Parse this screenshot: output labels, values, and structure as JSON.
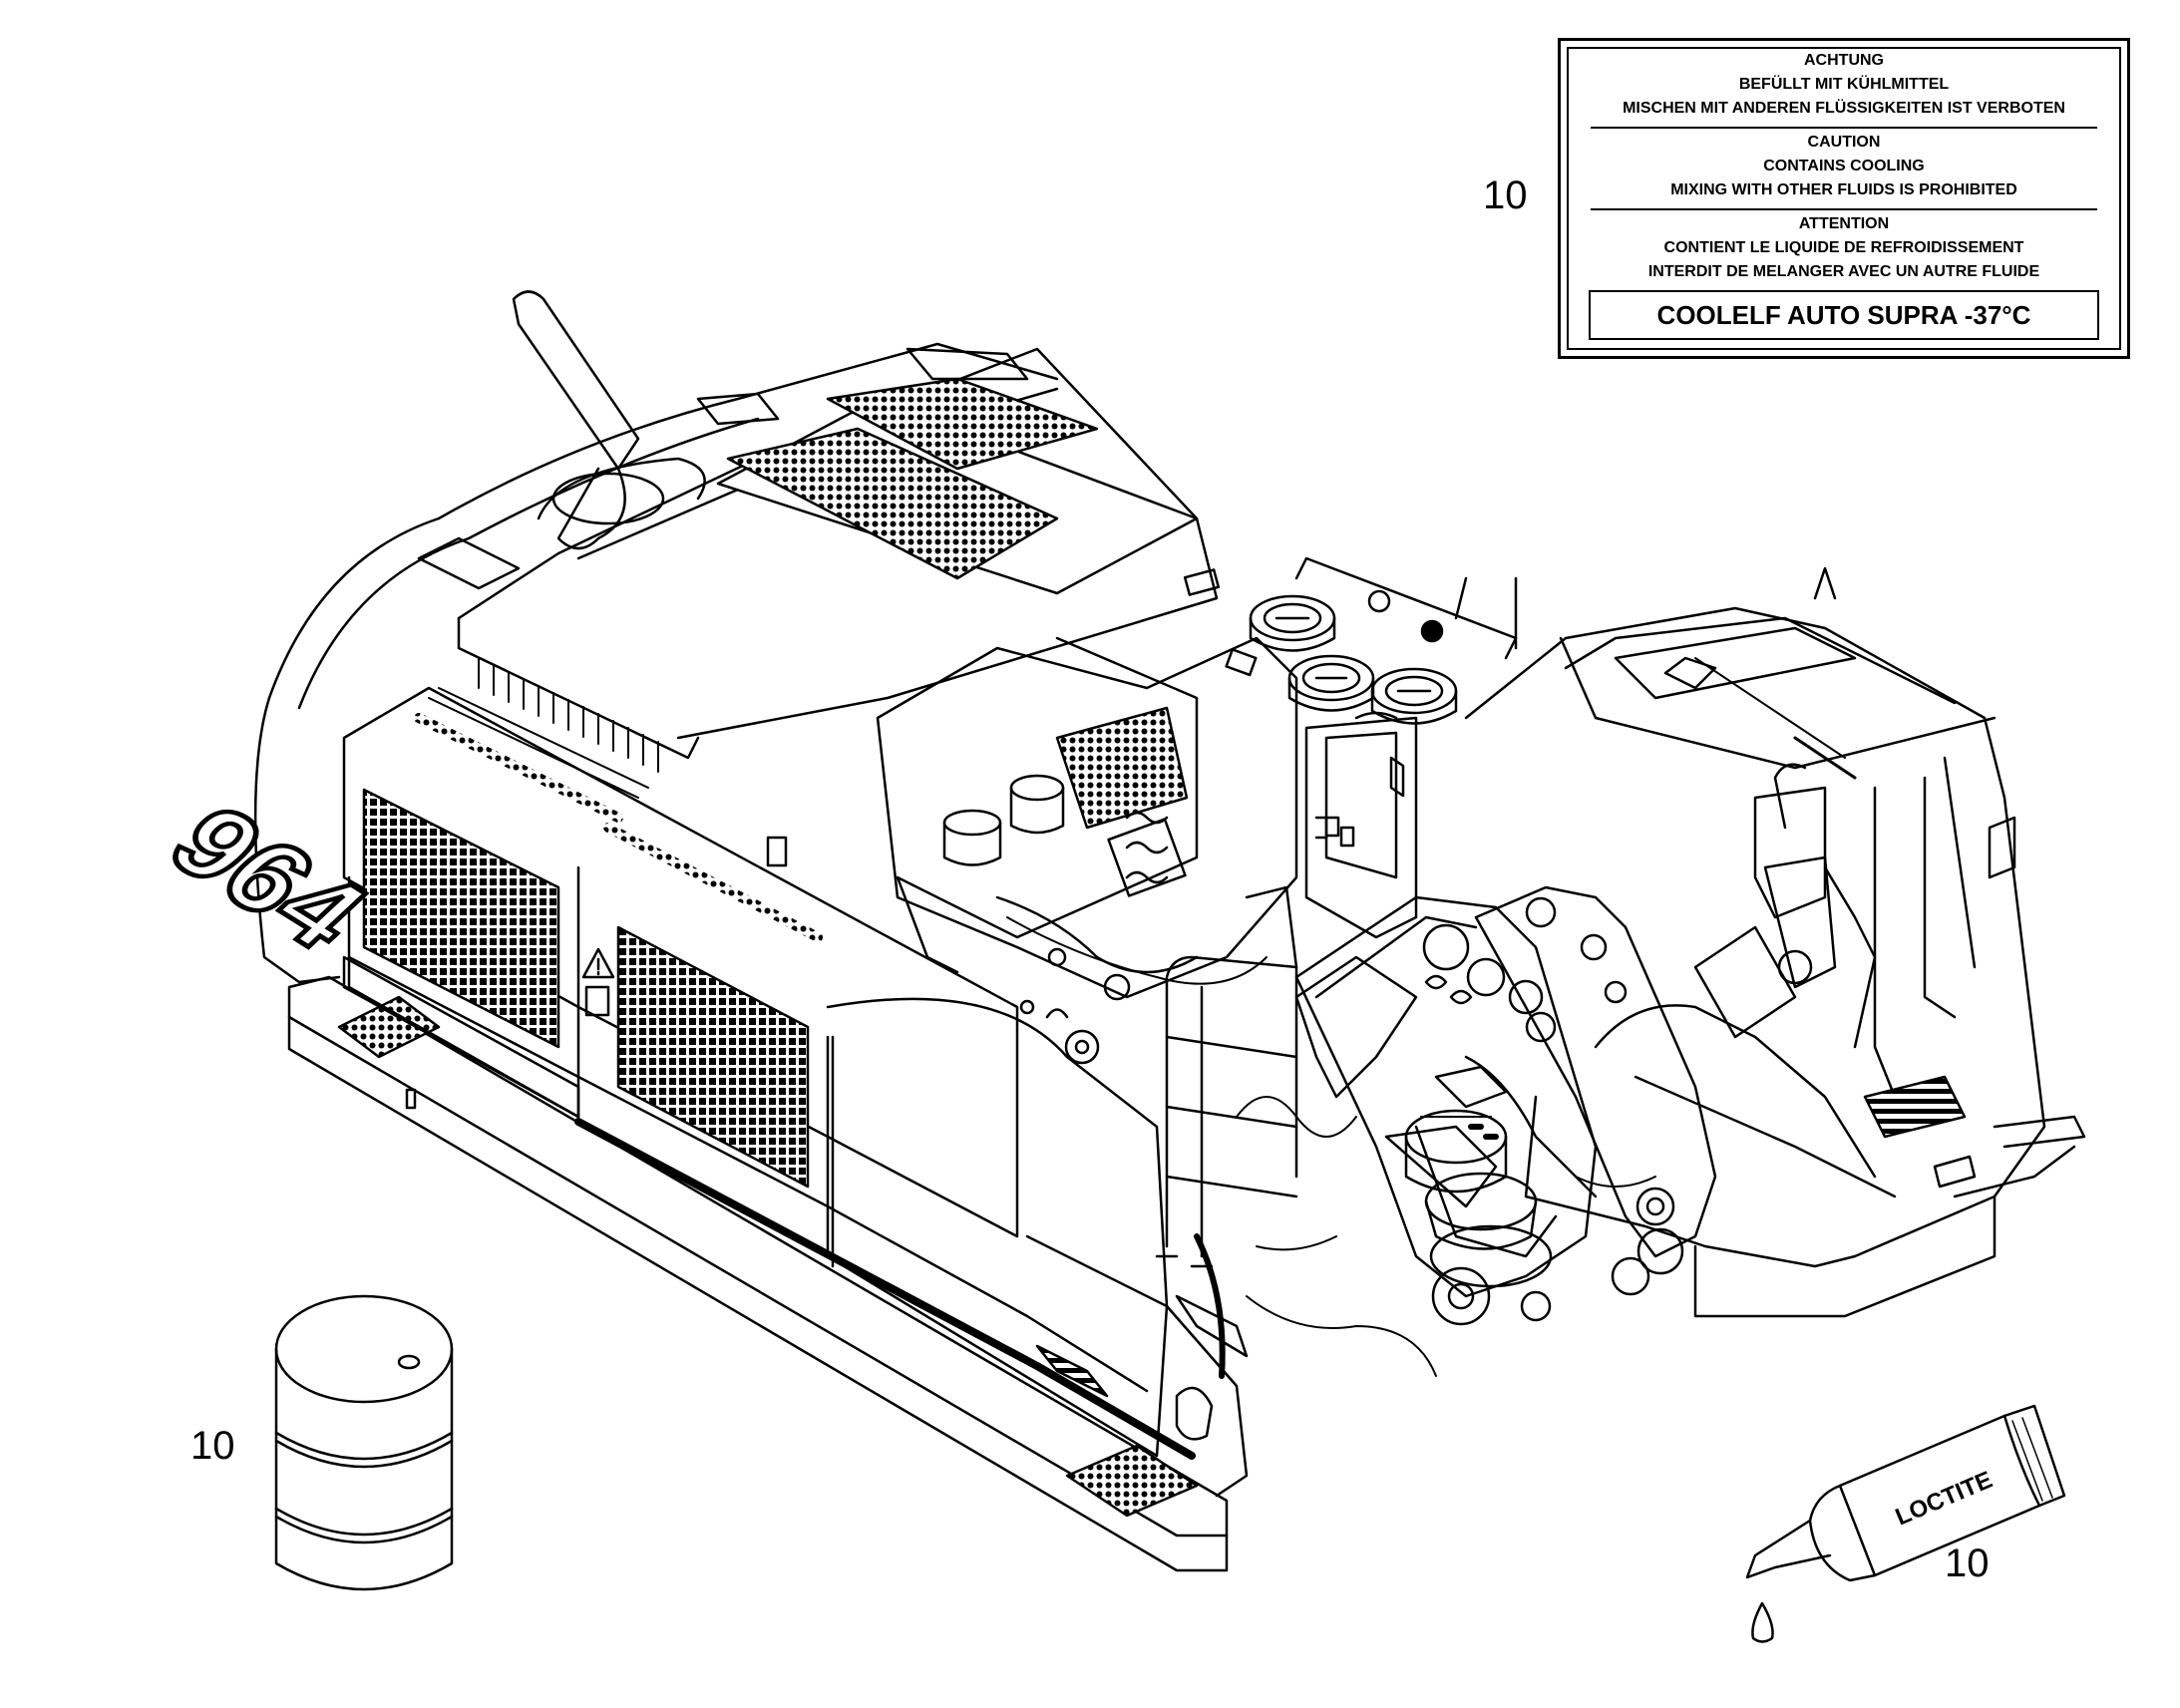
{
  "callouts": {
    "label_ref": "10",
    "drum_ref": "10",
    "tube_ref": "10"
  },
  "label": {
    "de": {
      "title": "ACHTUNG",
      "line1": "BEFÜLLT MIT KÜHLMITTEL",
      "line2": "MISCHEN MIT ANDEREN FLÜSSIGKEITEN IST VERBOTEN"
    },
    "en": {
      "title": "CAUTION",
      "line1": "CONTAINS COOLING",
      "line2": "MIXING WITH OTHER FLUIDS IS PROHIBITED"
    },
    "fr": {
      "title": "ATTENTION",
      "line1": "CONTIENT LE LIQUIDE DE REFROIDISSEMENT",
      "line2": "INTERDIT DE MELANGER AVEC UN AUTRE FLUIDE"
    },
    "product": "COOLELF AUTO SUPRA -37°C"
  },
  "machine": {
    "model_number": "964"
  },
  "tube": {
    "brand": "LOCTITE"
  },
  "colors": {
    "line": "#000000",
    "background": "#ffffff"
  }
}
